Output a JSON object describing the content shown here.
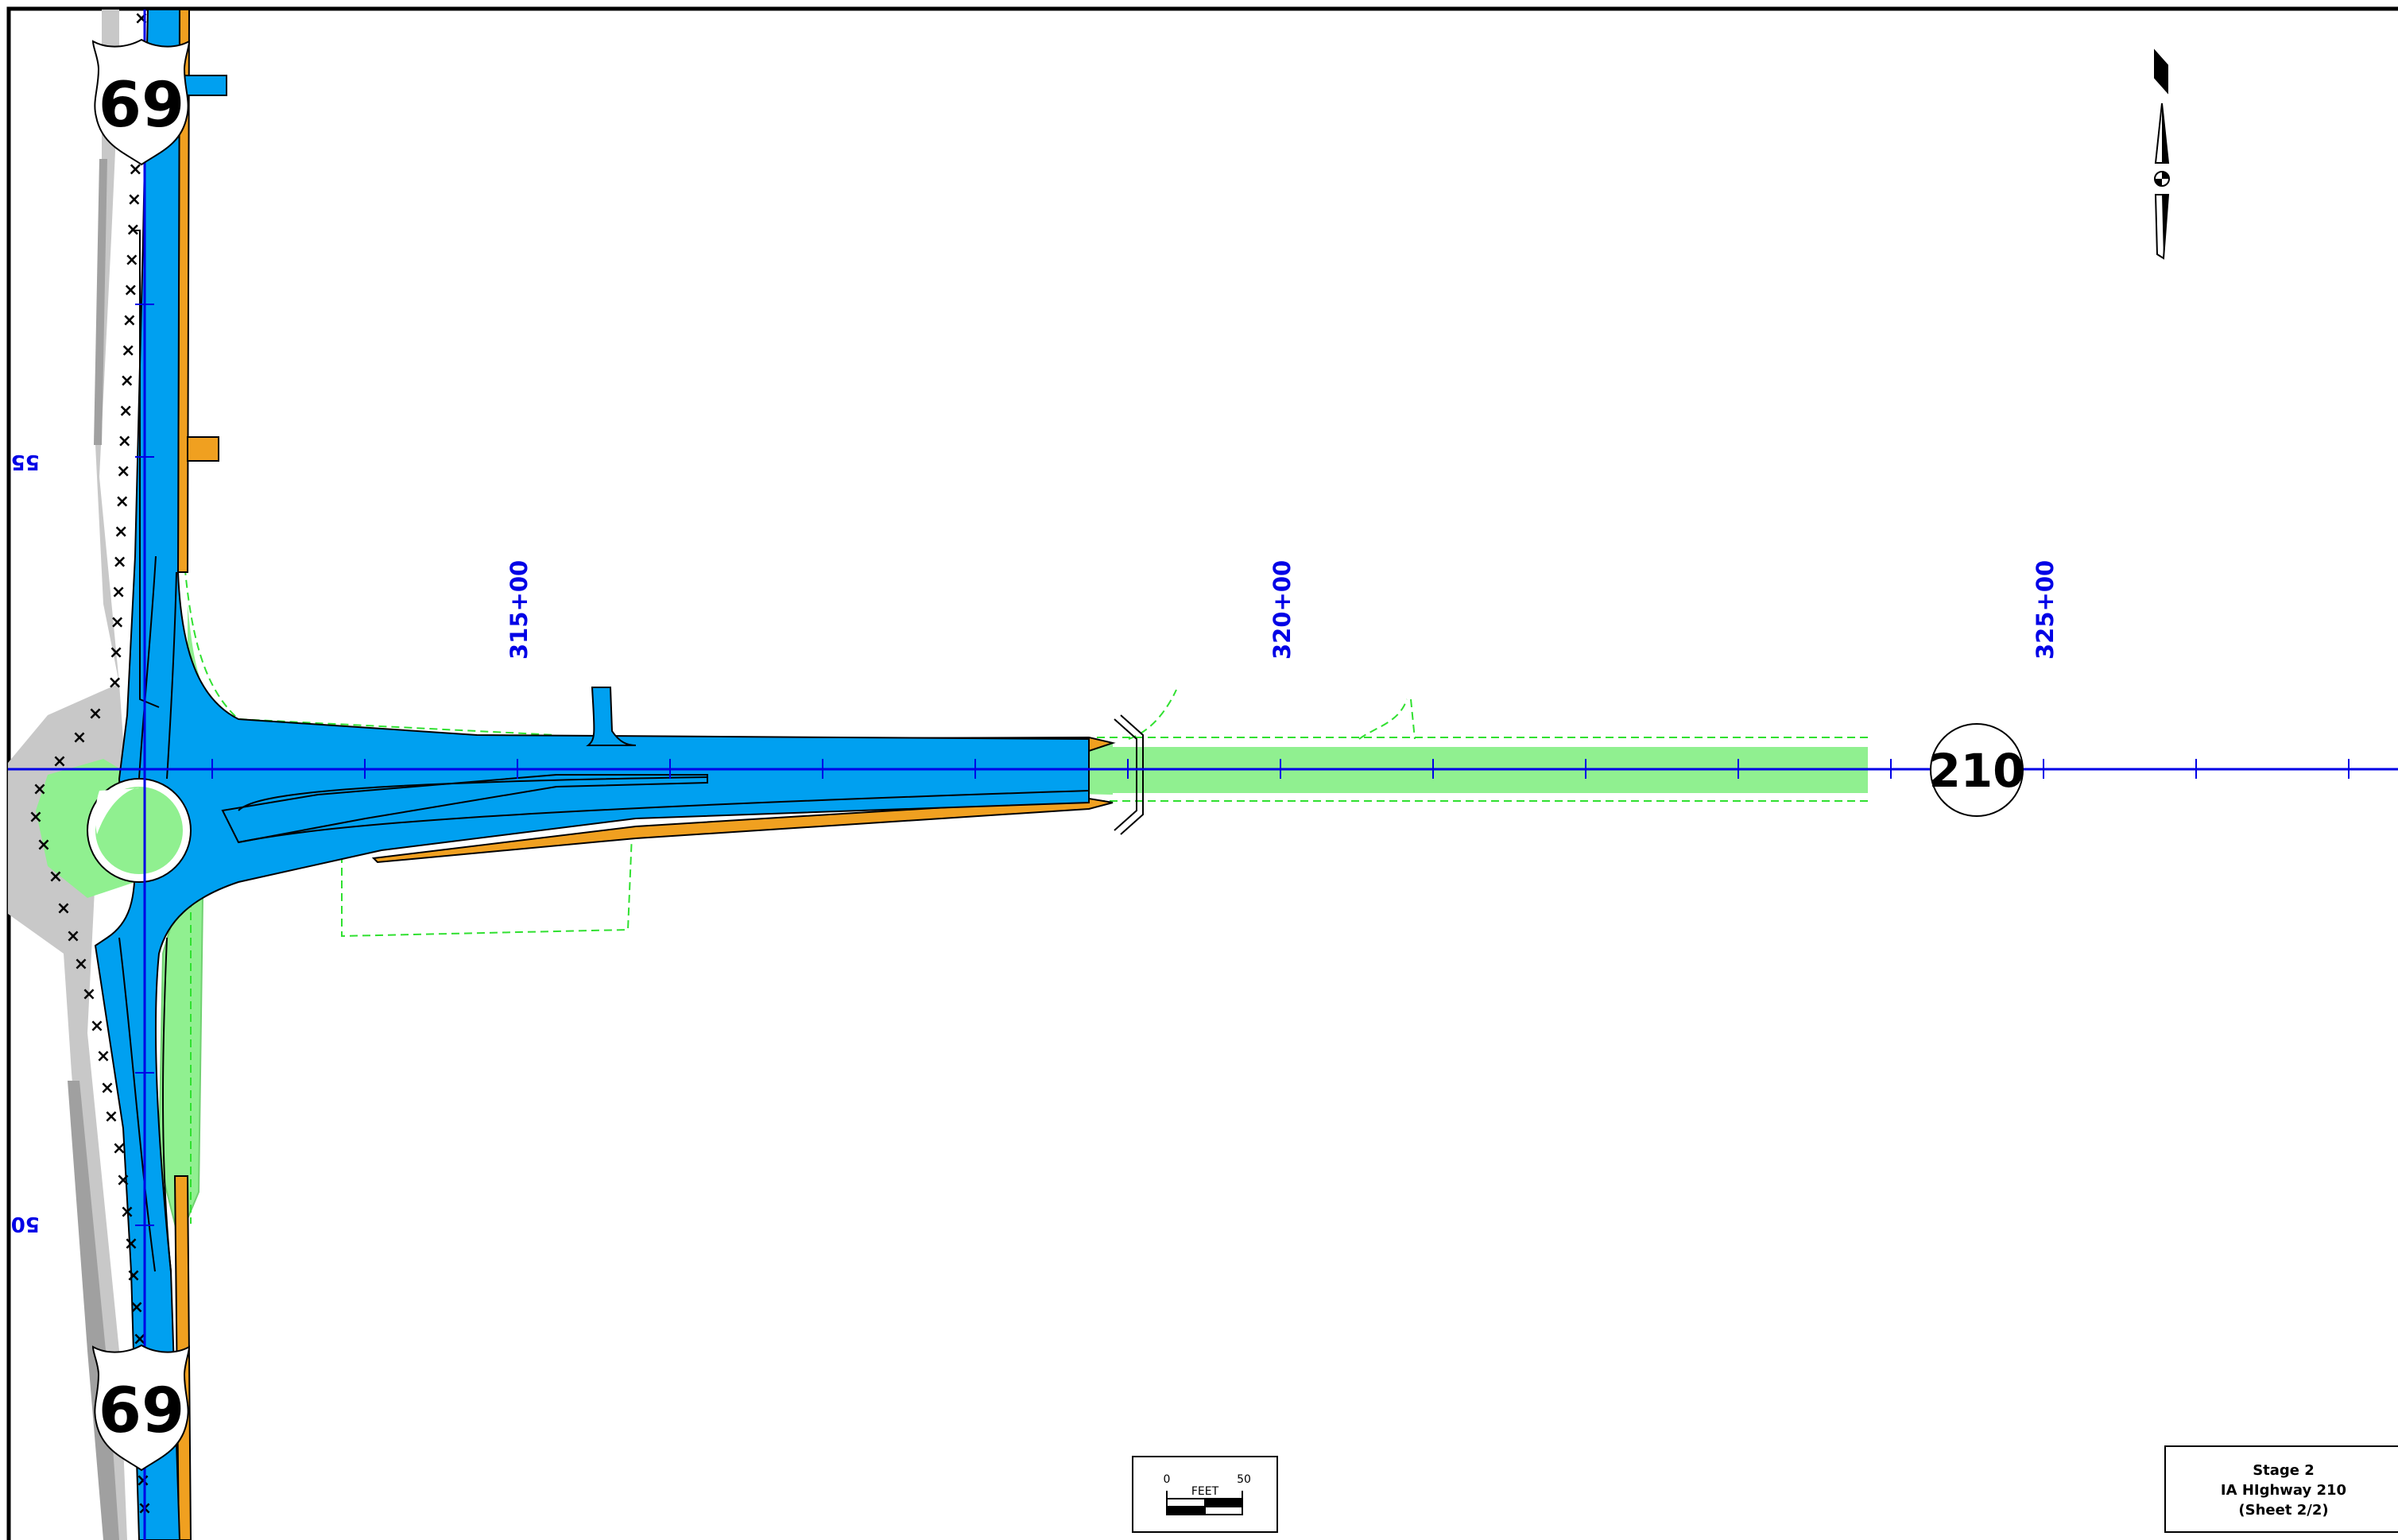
{
  "stations": [
    "315+00",
    "320+00",
    "325+00"
  ],
  "offsets": [
    "55",
    "50"
  ],
  "us_route": "69",
  "ia_route": "210",
  "scale_bar": {
    "zero": "0",
    "max": "50",
    "unit": "FEET"
  },
  "title_block": {
    "line1": "Stage 2",
    "line2": "IA HIghway 210",
    "line3": "(Sheet 2/2)"
  },
  "colors": {
    "pavement": "#00a0f0",
    "shoulder": "#f0a020",
    "grass_new": "#90f090",
    "removed": "#c8c8c8",
    "alignment": "#0000e6"
  },
  "icons": {
    "north_arrow": "north-arrow-icon",
    "removal_marks": "x-mark-icon"
  }
}
